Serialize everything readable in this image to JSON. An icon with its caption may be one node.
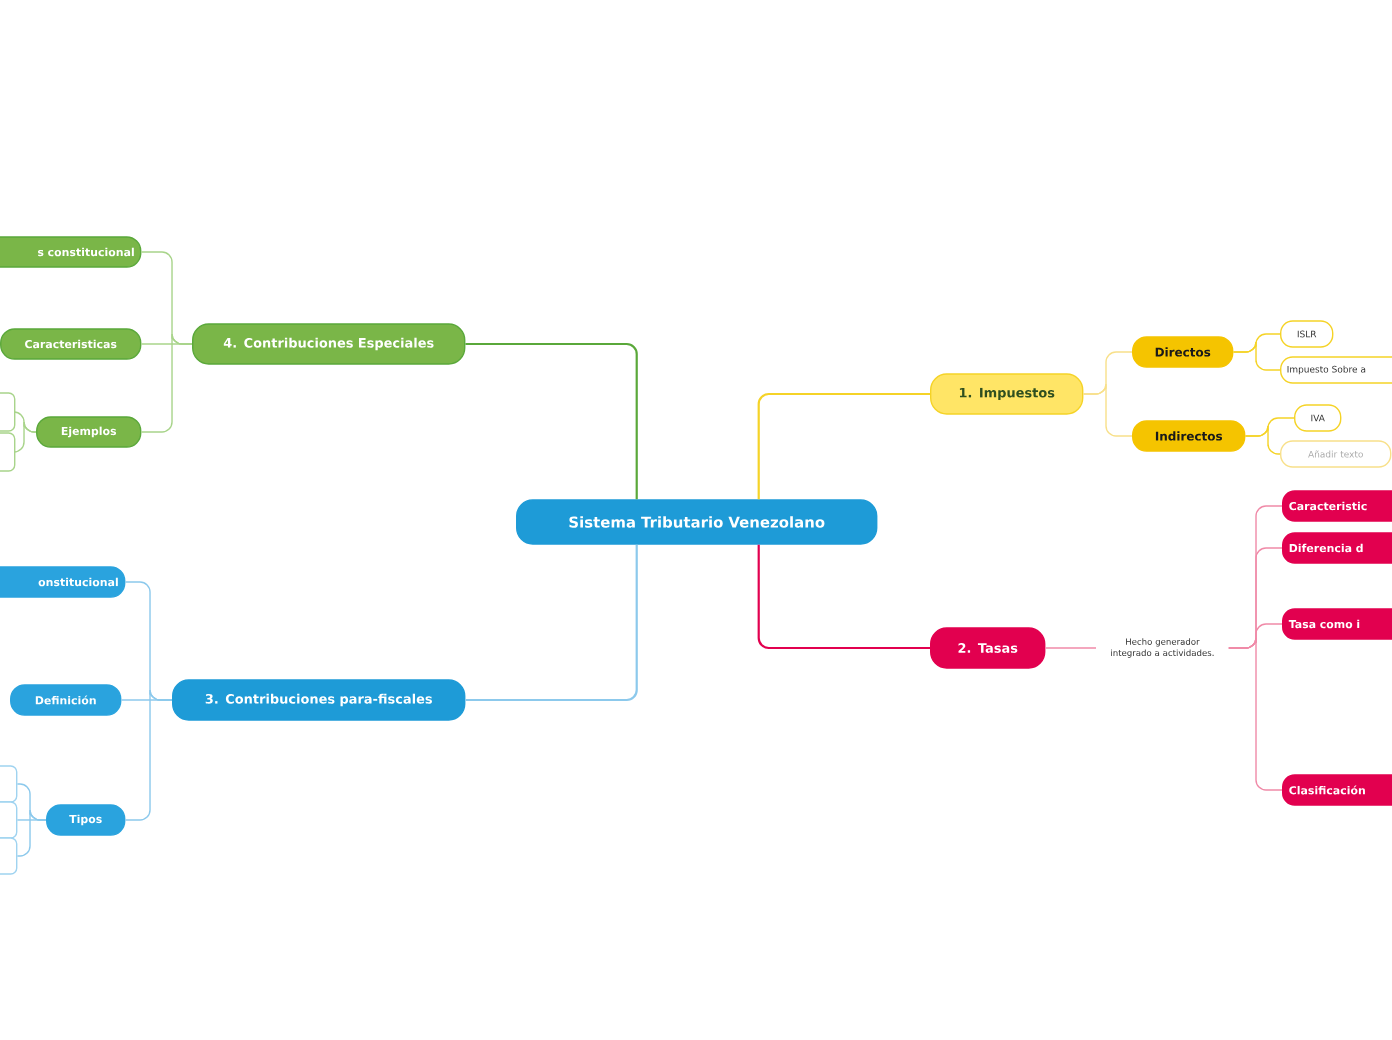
{
  "diagram": {
    "nodes": [
      {
        "text": [
          "Sistema Tributario Venezolano"
        ]
      },
      {
        "text": [
          "1. Impuestos"
        ]
      },
      {
        "text": [
          "Directos"
        ]
      },
      {
        "text": [
          "ISLR"
        ]
      },
      {
        "text": [
          "Impuesto Sobre a"
        ]
      },
      {
        "text": [
          "Indirectos"
        ]
      },
      {
        "text": [
          "IVA"
        ]
      },
      {
        "text": [
          "Añadir texto"
        ]
      },
      {
        "text": [
          "2. Tasas"
        ]
      },
      {
        "text": [
          "Hecho generador integrado a actividades."
        ]
      },
      {
        "text": [
          "Caracteristic"
        ]
      },
      {
        "text": [
          "Diferencia d"
        ]
      },
      {
        "text": [
          "Tasa como i"
        ]
      },
      {
        "text": [
          "Clasificación"
        ]
      },
      {
        "text": [
          "4. Contribuciones Especiales"
        ]
      },
      {
        "text": [
          "s constitucional"
        ]
      },
      {
        "text": [
          "Caracteristicas"
        ]
      },
      {
        "text": [
          "Ejemplos"
        ]
      },
      {
        "text": [],
        "shape": "box"
      },
      {
        "text": [],
        "shape": "box"
      },
      {
        "text": [
          "3. Contribuciones para-fiscales"
        ]
      },
      {
        "text": [
          "onstitucional"
        ]
      },
      {
        "text": [
          "Definición"
        ]
      },
      {
        "text": [
          "Tipos"
        ]
      },
      {
        "text": [],
        "shape": "box"
      },
      {
        "text": [],
        "shape": "box"
      },
      {
        "text": [],
        "shape": "box"
      }
    ],
    "edges": [
      {
        "from": 0,
        "to": 1,
        "arrow": "none",
        "color": "#f5d327"
      },
      {
        "from": 0,
        "to": 8,
        "arrow": "none",
        "color": "#e2004f"
      },
      {
        "from": 0,
        "to": 14,
        "arrow": "none",
        "color": "#5aa83a"
      },
      {
        "from": 0,
        "to": 20,
        "arrow": "none"
      },
      {
        "from": 1,
        "to": 2,
        "arrow": "none",
        "color": "#f8e08a"
      },
      {
        "from": 1,
        "to": 5,
        "arrow": "none",
        "color": "#f8e08a"
      },
      {
        "from": 2,
        "to": 3,
        "arrow": "none",
        "color": "#f5d327"
      },
      {
        "from": 2,
        "to": 4,
        "arrow": "none",
        "color": "#f5d327"
      },
      {
        "from": 5,
        "to": 6,
        "arrow": "none",
        "color": "#f5d327"
      },
      {
        "from": 5,
        "to": 7,
        "arrow": "none",
        "color": "#f5d327"
      },
      {
        "from": 8,
        "to": 9,
        "arrow": "none",
        "color": "#f08aa8"
      },
      {
        "from": 9,
        "to": 10,
        "arrow": "none",
        "color": "#f08aa8"
      },
      {
        "from": 9,
        "to": 11,
        "arrow": "none",
        "color": "#f08aa8"
      },
      {
        "from": 9,
        "to": 12,
        "arrow": "none",
        "color": "#f08aa8"
      },
      {
        "from": 9,
        "to": 13,
        "arrow": "none",
        "color": "#f08aa8"
      },
      {
        "from": 14,
        "to": 15,
        "arrow": "none",
        "color": "#a8d48a"
      },
      {
        "from": 14,
        "to": 16,
        "arrow": "none",
        "color": "#a8d48a"
      },
      {
        "from": 14,
        "to": 17,
        "arrow": "none",
        "color": "#a8d48a"
      },
      {
        "from": 17,
        "to": 18,
        "arrow": "none",
        "color": "#a8d48a"
      },
      {
        "from": 17,
        "to": 19,
        "arrow": "none",
        "color": "#a8d48a"
      },
      {
        "from": 20,
        "to": 21,
        "arrow": "none"
      },
      {
        "from": 20,
        "to": 22,
        "arrow": "none"
      },
      {
        "from": 20,
        "to": 23,
        "arrow": "none"
      },
      {
        "from": 23,
        "to": 24,
        "arrow": "none"
      },
      {
        "from": 23,
        "to": 25,
        "arrow": "none"
      },
      {
        "from": 23,
        "to": 26,
        "arrow": "none"
      }
    ]
  }
}
